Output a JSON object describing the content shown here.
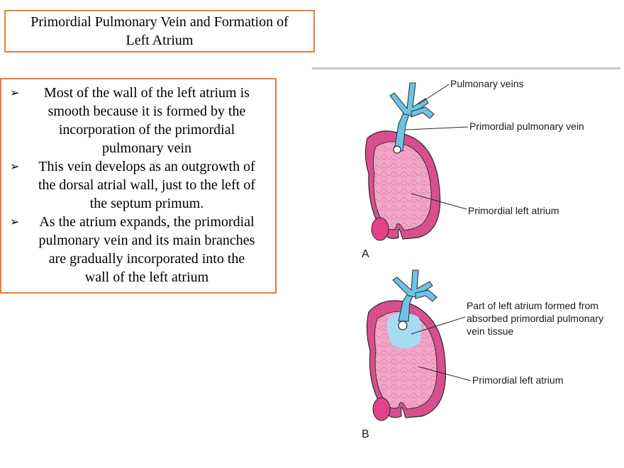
{
  "title": {
    "line1": "Primordial Pulmonary Vein and Formation of",
    "line2": "Left Atrium"
  },
  "bullets": [
    {
      "lines": [
        "Most of the wall of the left atrium is",
        "smooth because it is formed by the",
        "incorporation of the primordial",
        "pulmonary vein"
      ]
    },
    {
      "lines": [
        "This vein develops as an outgrowth of",
        "the dorsal atrial wall, just to the left of",
        "the septum primum."
      ]
    },
    {
      "lines": [
        "As the atrium expands, the primordial",
        "pulmonary vein and its main branches",
        "are gradually incorporated into the",
        "wall of the left atrium"
      ]
    }
  ],
  "bullet_icon": "arrow-bullet-icon",
  "figure": {
    "panel_a": {
      "letter": "A",
      "label_pulmonary_veins": "Pulmonary veins",
      "label_primordial_vein": "Primordial pulmonary vein",
      "label_left_atrium": "Primordial left atrium"
    },
    "panel_b": {
      "letter": "B",
      "label_part_line1": "Part of left atrium formed from",
      "label_part_line2": "absorbed primordial pulmonary",
      "label_part_line3": "vein tissue",
      "label_left_atrium": "Primordial left atrium"
    }
  },
  "colors": {
    "border": "#ed7d31",
    "vein_blue": "#6cc3e6",
    "atrium_pink": "#f2a7c8",
    "atrium_wall": "#d94f8e",
    "outline": "#2a2a2a"
  }
}
